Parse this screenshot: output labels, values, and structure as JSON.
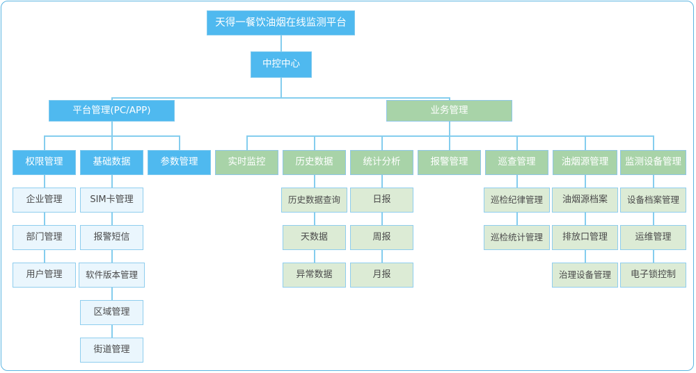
{
  "diagram": {
    "type": "org-chart",
    "title": "天得一餐饮油烟在线监测平台",
    "colors": {
      "header_blue": "#4fb9ef",
      "header_green": "#a8d3a8",
      "leaf_blue": "#eaf6fd",
      "leaf_green": "#dcebd5",
      "connector": "#84cdee",
      "frame_border": "#5bb4e0"
    }
  },
  "level1": {
    "root": "天得一餐饮油烟在线监测平台",
    "center": "中控中心"
  },
  "level2": [
    {
      "label": "平台管理(PC/APP)",
      "style": "blue"
    },
    {
      "label": "业务管理",
      "style": "green"
    }
  ],
  "level3": [
    {
      "label": "权限管理",
      "style": "blue"
    },
    {
      "label": "基础数据",
      "style": "blue"
    },
    {
      "label": "参数管理",
      "style": "blue"
    },
    {
      "label": "实时监控",
      "style": "green"
    },
    {
      "label": "历史数据",
      "style": "green"
    },
    {
      "label": "统计分析",
      "style": "green"
    },
    {
      "label": "报警管理",
      "style": "green"
    },
    {
      "label": "巡查管理",
      "style": "green"
    },
    {
      "label": "油烟源管理",
      "style": "green"
    },
    {
      "label": "监测设备管理",
      "style": "green"
    }
  ],
  "columns": {
    "quanxian": {
      "parent": "权限管理",
      "items": [
        "企业管理",
        "部门管理",
        "用户管理"
      ]
    },
    "jichu": {
      "parent": "基础数据",
      "items": [
        "SIM卡管理",
        "报警短信",
        "软件版本管理",
        "区域管理",
        "街道管理"
      ]
    },
    "canshu": {
      "parent": "参数管理",
      "items": []
    },
    "shishi": {
      "parent": "实时监控",
      "items": []
    },
    "lishi": {
      "parent": "历史数据",
      "items": [
        "历史数据查询",
        "天数据",
        "异常数据"
      ]
    },
    "tongji": {
      "parent": "统计分析",
      "items": [
        "日报",
        "周报",
        "月报"
      ]
    },
    "baojing": {
      "parent": "报警管理",
      "items": []
    },
    "xuncha": {
      "parent": "巡查管理",
      "items": [
        "巡检纪律管理",
        "巡检统计管理"
      ]
    },
    "youyan": {
      "parent": "油烟源管理",
      "items": [
        "油烟源档案",
        "排放口管理",
        "治理设备管理"
      ]
    },
    "shebei": {
      "parent": "监测设备管理",
      "items": [
        "设备档案管理",
        "运维管理",
        "电子锁控制"
      ]
    }
  }
}
